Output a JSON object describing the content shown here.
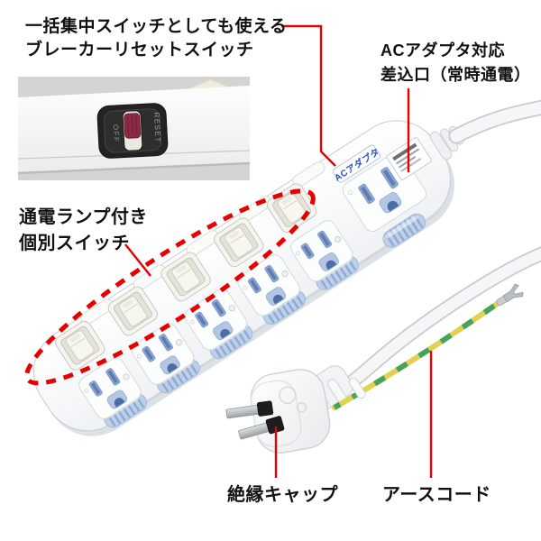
{
  "image_type": "annotated product photo (power strip)",
  "product": {
    "strip_face_label": "ACアダプタ",
    "inset_switch": {
      "reset_label": "RESET",
      "off_label": "OFF"
    }
  },
  "annotations": {
    "breaker_switch": {
      "line1": "一括集中スイッチとしても使える",
      "line2": "ブレーカーリセットスイッチ"
    },
    "ac_adapter_outlet": {
      "line1": "ACアダプタ対応",
      "line2": "差込口（常時通電）"
    },
    "individual_switches": {
      "line1": "通電ランプ付き",
      "line2": "個別スイッチ"
    },
    "insulation_cap": {
      "label": "絶縁キャップ"
    },
    "earth_cord": {
      "label": "アースコード"
    }
  },
  "counts": {
    "individual_switches": 5,
    "switched_outlets": 5,
    "always_powered_outlets": 1,
    "plug_prongs": 2
  },
  "colors": {
    "annotation_red": "#e60000",
    "slot_blue": "#8fa9d4",
    "grip_blue": "#bcd0ea",
    "rocker_maroon": "#8e2a45",
    "strip_label_blue": "#2b50c0",
    "earth_yellow": "#e3cf52",
    "earth_green": "#46a35c",
    "background": "#ffffff"
  }
}
